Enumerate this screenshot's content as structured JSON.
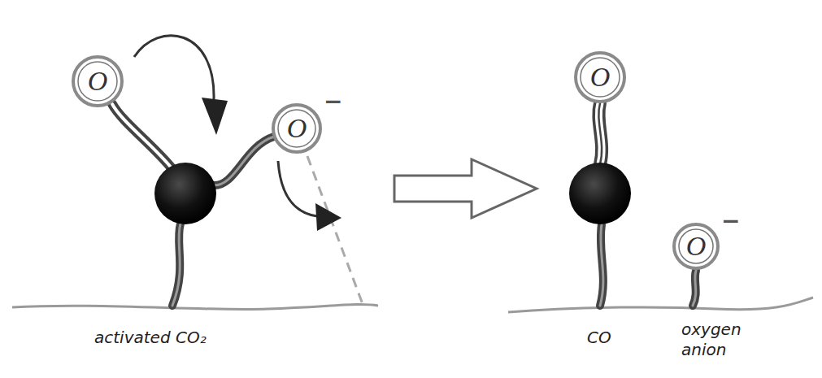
{
  "diagram": {
    "nodes": [
      {
        "text": [
          "O"
        ]
      },
      {
        "text": [
          "O",
          "−"
        ]
      },
      {
        "text": [
          "O"
        ]
      },
      {
        "text": [
          "O",
          "−"
        ]
      }
    ],
    "edges": [],
    "labels": [
      "activated CO₂",
      "CO",
      "oxygen anion"
    ]
  }
}
